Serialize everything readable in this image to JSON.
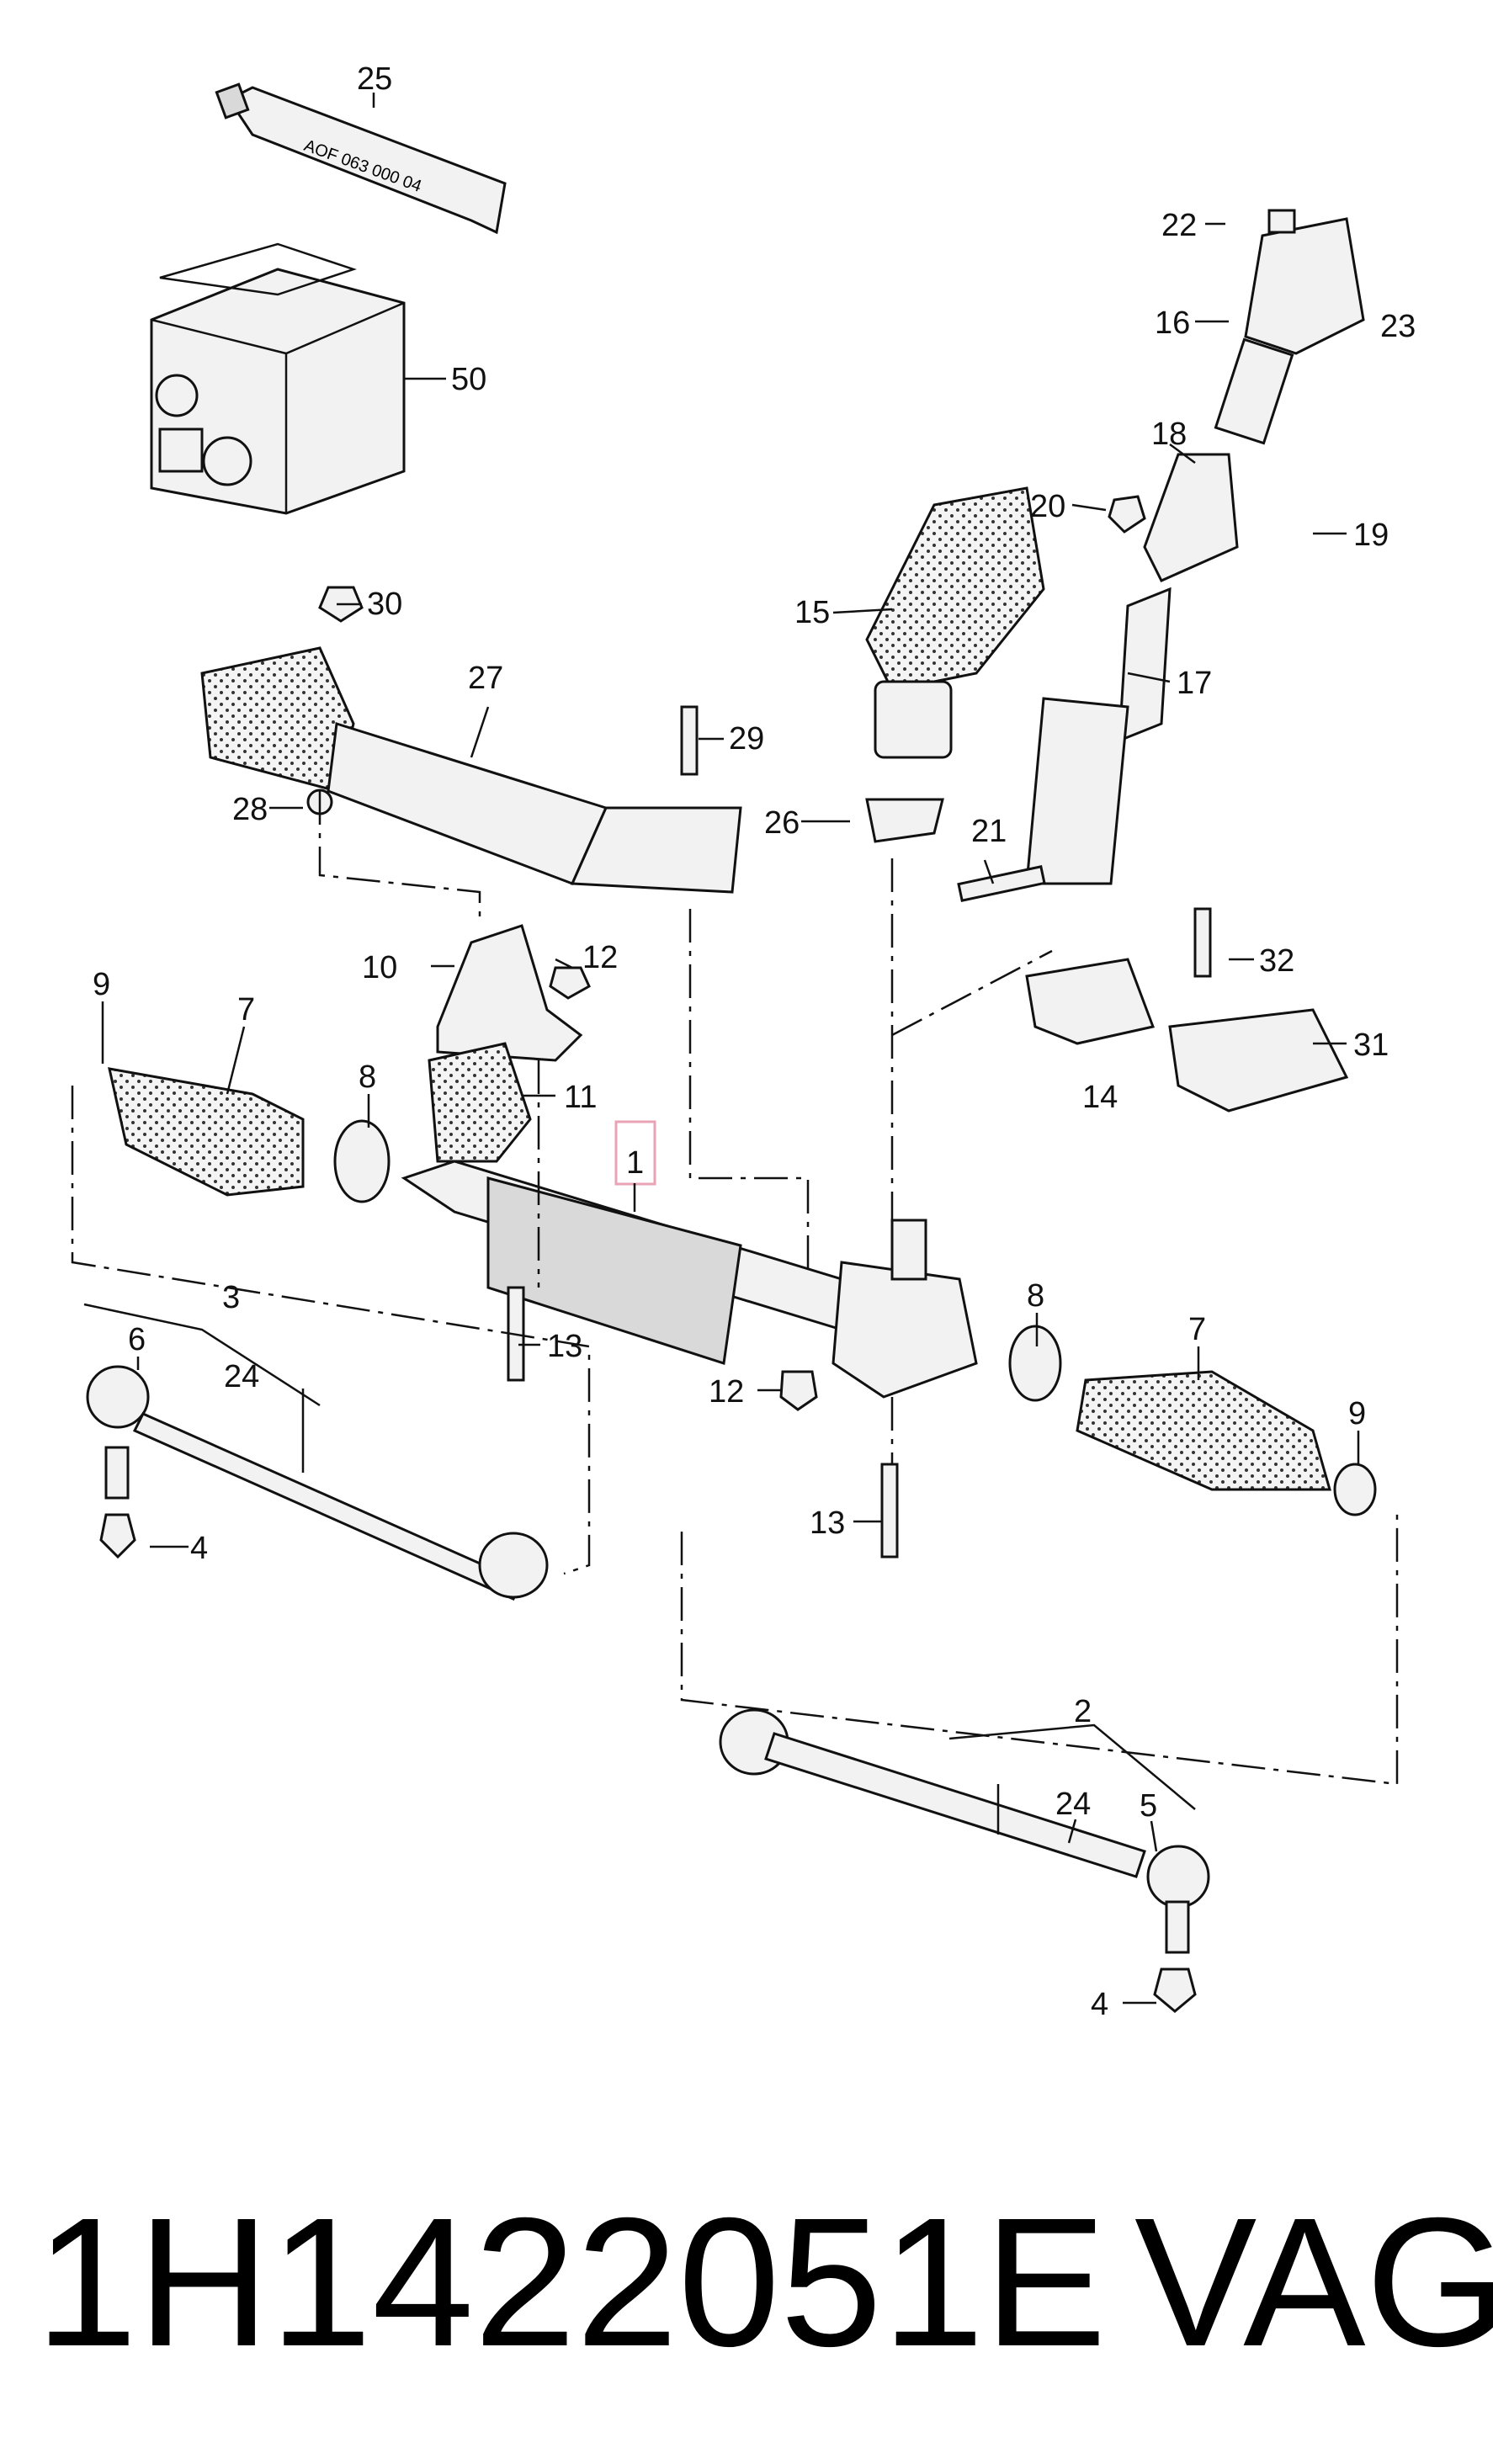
{
  "labels": {
    "p1": "1",
    "p2": "2",
    "p3": "3",
    "p4a": "4",
    "p4b": "4",
    "p5": "5",
    "p6": "6",
    "p7a": "7",
    "p7b": "7",
    "p8a": "8",
    "p8b": "8",
    "p9a": "9",
    "p9b": "9",
    "p10": "10",
    "p11": "11",
    "p12a": "12",
    "p12b": "12",
    "p13a": "13",
    "p13b": "13",
    "p14": "14",
    "p15": "15",
    "p16": "16",
    "p17": "17",
    "p18": "18",
    "p19": "19",
    "p20": "20",
    "p21": "21",
    "p22": "22",
    "p23": "23",
    "p24a": "24",
    "p24b": "24",
    "p25": "25",
    "p26": "26",
    "p27": "27",
    "p28": "28",
    "p29": "29",
    "p30": "30",
    "p31": "31",
    "p32": "32",
    "p50": "50"
  },
  "tube_text": "AOF 063 000 04",
  "footer": {
    "part_number": "1H1422051E",
    "brand": "VAG"
  },
  "colors": {
    "highlight_box": "#e9a3b5"
  }
}
